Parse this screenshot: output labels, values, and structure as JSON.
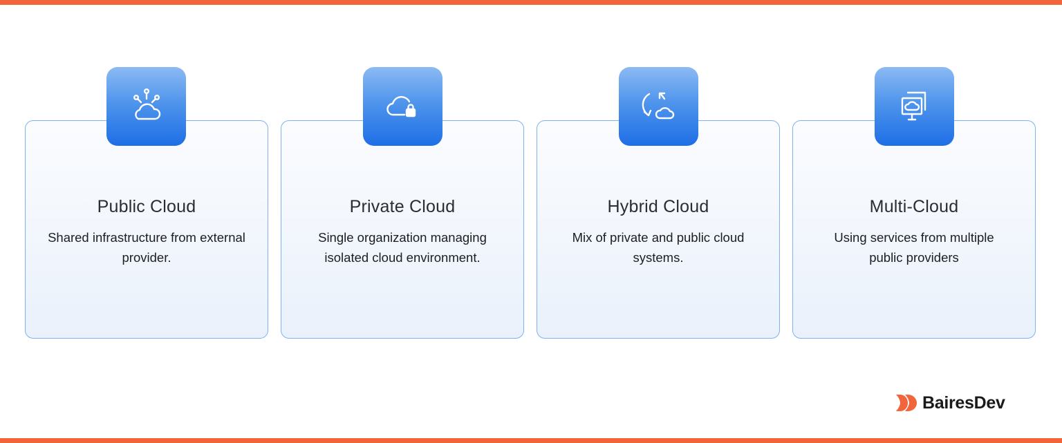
{
  "accent_color": "#f2643a",
  "tile_color": "#1e6ee6",
  "cards": [
    {
      "icon": "cloud-network-icon",
      "title": "Public Cloud",
      "description": "Shared infrastructure from external provider."
    },
    {
      "icon": "cloud-lock-icon",
      "title": "Private Cloud",
      "description": "Single organization managing isolated cloud environment."
    },
    {
      "icon": "cloud-sync-icon",
      "title": "Hybrid Cloud",
      "description": "Mix of private and public cloud systems."
    },
    {
      "icon": "monitor-cloud-icon",
      "title": "Multi-Cloud",
      "description": "Using services from multiple public providers"
    }
  ],
  "brand": {
    "name": "BairesDev",
    "logo_icon": "bairesdev-logo-mark-icon"
  }
}
